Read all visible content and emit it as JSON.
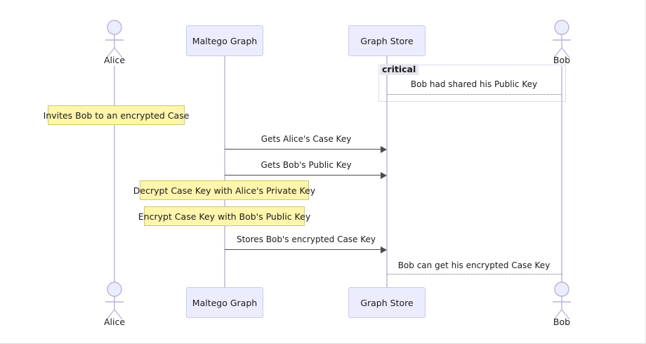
{
  "diagram": {
    "type": "sequence-diagram",
    "title": "",
    "colors": {
      "participant_fill": "#ECECFF",
      "participant_border": "#C9C9F0",
      "note_fill": "#FFF5AD",
      "note_border": "#CBCB5F",
      "lifeline": "#CDC9E3",
      "message_line": "#4D4D4D",
      "fragment_border": "#B9B9D6",
      "fragment_label_bg": "#E6E6EE",
      "background": "#FFFFFF"
    }
  },
  "participants": [
    {
      "id": "alice",
      "label": "Alice",
      "kind": "actor"
    },
    {
      "id": "graph",
      "label": "Maltego Graph",
      "kind": "box"
    },
    {
      "id": "store",
      "label": "Graph Store",
      "kind": "box"
    },
    {
      "id": "bob",
      "label": "Bob",
      "kind": "actor"
    }
  ],
  "participants_bottom": [
    {
      "id": "alice",
      "label": "Alice",
      "kind": "actor"
    },
    {
      "id": "graph",
      "label": "Maltego Graph",
      "kind": "box"
    },
    {
      "id": "store",
      "label": "Graph Store",
      "kind": "box"
    },
    {
      "id": "bob",
      "label": "Bob",
      "kind": "actor"
    }
  ],
  "fragments": [
    {
      "id": "critical-1",
      "label": "critical"
    }
  ],
  "notes": [
    {
      "id": "note-invite",
      "text": "Invites Bob to an encrypted Case"
    },
    {
      "id": "note-decrypt",
      "text": "Decrypt Case Key with Alice's Private Key"
    },
    {
      "id": "note-encrypt",
      "text": "Encrypt Case Key with Bob's Public Key"
    }
  ],
  "messages": [
    {
      "id": "msg-shared-pubkey",
      "text": "Bob had shared his Public Key",
      "from": "store",
      "to": "bob",
      "style": "dashed",
      "arrow": false
    },
    {
      "id": "msg-get-case-key",
      "text": "Gets Alice's Case Key",
      "from": "graph",
      "to": "store",
      "style": "solid",
      "arrow": true
    },
    {
      "id": "msg-get-pub-key",
      "text": "Gets Bob's Public Key",
      "from": "graph",
      "to": "store",
      "style": "solid",
      "arrow": true
    },
    {
      "id": "msg-store-case-key",
      "text": "Stores Bob's encrypted Case Key",
      "from": "graph",
      "to": "store",
      "style": "solid",
      "arrow": true
    },
    {
      "id": "msg-bob-can-get",
      "text": "Bob can get his encrypted Case Key",
      "from": "store",
      "to": "bob",
      "style": "dotted",
      "arrow": false
    }
  ]
}
